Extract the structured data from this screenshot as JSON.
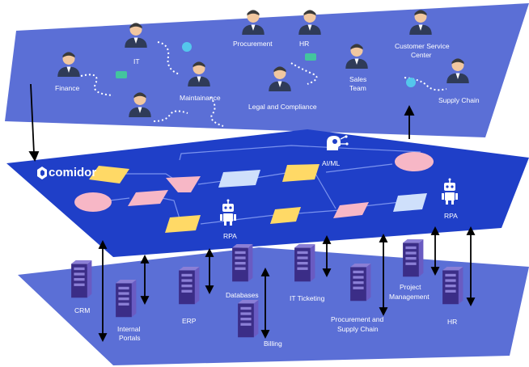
{
  "brand": {
    "name": "comidor"
  },
  "colors": {
    "top_plane": "#5b6fd6",
    "middle_plane": "#1f3fc8",
    "bottom_plane": "#5b6fd6",
    "process_yellow": "#ffd966",
    "process_pink": "#f7b7c6",
    "process_blue": "#cfe0fb",
    "server_purple": "#3b2d87"
  },
  "top_layer": {
    "people": [
      {
        "label": "Finance",
        "icon": "person-icon"
      },
      {
        "label": "IT",
        "icon": "person-icon"
      },
      {
        "label": "Procurement",
        "icon": "person-icon"
      },
      {
        "label": "HR",
        "icon": "person-icon"
      },
      {
        "label": "Customer Service",
        "label2": "Center",
        "icon": "person-icon"
      },
      {
        "label": "Maintainance",
        "icon": "person-icon"
      },
      {
        "label": "Legal and Compliance",
        "icon": "person-icon"
      },
      {
        "label": "Sales",
        "label2": "Team",
        "icon": "person-icon"
      },
      {
        "label": "Supply Chain",
        "icon": "person-icon"
      },
      {
        "label": "",
        "icon": "person-icon"
      }
    ]
  },
  "middle_layer": {
    "ai_label": "AI/ML",
    "rpa_labels": [
      "RPA",
      "RPA"
    ]
  },
  "bottom_layer": {
    "systems": [
      {
        "label": "CRM",
        "icon": "server-icon"
      },
      {
        "label": "Internal",
        "label2": "Portals",
        "icon": "server-icon"
      },
      {
        "label": "ERP",
        "icon": "server-icon"
      },
      {
        "label": "Databases",
        "icon": "server-icon"
      },
      {
        "label": "Billing",
        "icon": "server-icon"
      },
      {
        "label": "IT Ticketing",
        "icon": "server-icon"
      },
      {
        "label": "Procurement and",
        "label2": "Supply Chain",
        "icon": "server-icon"
      },
      {
        "label": "Project",
        "label2": "Management",
        "icon": "server-icon"
      },
      {
        "label": "HR",
        "icon": "server-icon"
      }
    ]
  }
}
